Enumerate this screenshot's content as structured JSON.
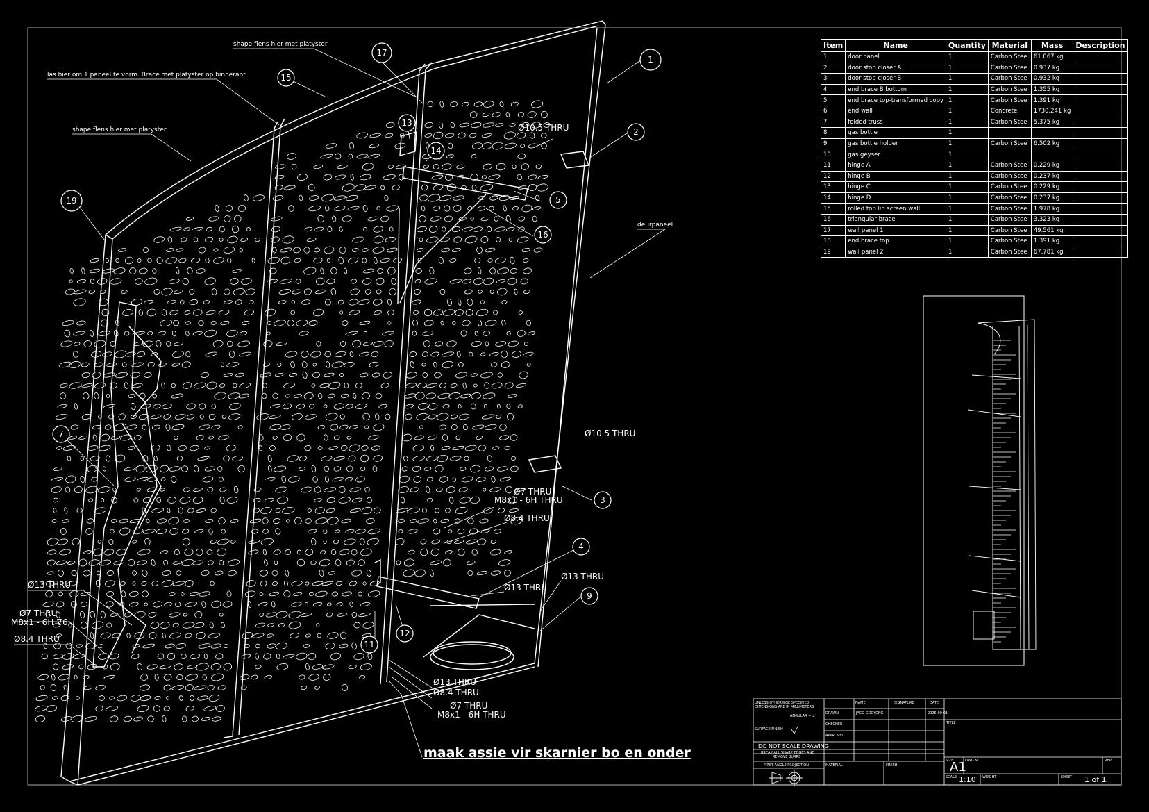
{
  "notes": {
    "shape_flange_top": "shape flens hier met platyster",
    "weld_note": "las hier om 1 paneel te vorm. Brace met platyster op binnerant",
    "shape_flange_left": "shape flens hier met platyster",
    "door_panel_label": "deurpaneel",
    "axle_note": "maak assie vir skarnier bo en onder"
  },
  "callouts": {
    "d105_top": "Ø10.5 THRU",
    "d105_mid": "Ø10.5 THRU",
    "d7_right": "Ø7 THRU",
    "m8_right": "M8x1 - 6H THRU",
    "d84_right": "Ø8.4 THRU",
    "d13_right_a": "Ø13 THRU",
    "d13_right_b": "Ø13 THRU",
    "d13_left": "Ø13 THRU",
    "d7_left": "Ø7 THRU",
    "m8_left": "M8x1 - 6H ⊽6",
    "d84_left": "Ø8.4 THRU",
    "d13_bottom": "Ø13 THRU",
    "d84_bottom": "Ø8.4 THRU",
    "d7_bottom": "Ø7 THRU",
    "m8_bottom": "M8x1 - 6H THRU"
  },
  "balloons": [
    "1",
    "2",
    "3",
    "4",
    "5",
    "7",
    "9",
    "11",
    "12",
    "13",
    "14",
    "15",
    "16",
    "17",
    "19"
  ],
  "bom": {
    "headers": [
      "Item",
      "Name",
      "Quantity",
      "Material",
      "Mass",
      "Description"
    ],
    "rows": [
      [
        "1",
        "door panel",
        "1",
        "Carbon Steel",
        "61.067 kg",
        ""
      ],
      [
        "2",
        "door stop closer A",
        "1",
        "Carbon Steel",
        "0.937 kg",
        ""
      ],
      [
        "3",
        "door stop closer B",
        "1",
        "Carbon Steel",
        "0.932 kg",
        ""
      ],
      [
        "4",
        "end brace B bottom",
        "1",
        "Carbon Steel",
        "1.355 kg",
        ""
      ],
      [
        "5",
        "end brace top-transformed copy",
        "1",
        "Carbon Steel",
        "1.391 kg",
        ""
      ],
      [
        "6",
        "end wall",
        "1",
        "Concrete",
        "1730.241 kg",
        ""
      ],
      [
        "7",
        "folded truss",
        "1",
        "Carbon Steel",
        "5.375 kg",
        ""
      ],
      [
        "8",
        "gas bottle",
        "1",
        "",
        "",
        ""
      ],
      [
        "9",
        "gas bottle holder",
        "1",
        "Carbon Steel",
        "6.502 kg",
        ""
      ],
      [
        "10",
        "gas geyser",
        "1",
        "",
        "",
        ""
      ],
      [
        "11",
        "hinge A",
        "1",
        "Carbon Steel",
        "0.229 kg",
        ""
      ],
      [
        "12",
        "hinge B",
        "1",
        "Carbon Steel",
        "0.237 kg",
        ""
      ],
      [
        "13",
        "hinge C",
        "1",
        "Carbon Steel",
        "0.229 kg",
        ""
      ],
      [
        "14",
        "hinge D",
        "1",
        "Carbon Steel",
        "0.237 kg",
        ""
      ],
      [
        "15",
        "rolled top lip screen wall",
        "1",
        "Carbon Steel",
        "1.978 kg",
        ""
      ],
      [
        "16",
        "triangular brace",
        "1",
        "Carbon Steel",
        "3.323 kg",
        ""
      ],
      [
        "17",
        "wall panel 1",
        "1",
        "Carbon Steel",
        "49.561 kg",
        ""
      ],
      [
        "18",
        "end brace top",
        "1",
        "Carbon Steel",
        "1.391 kg",
        ""
      ],
      [
        "19",
        "wall panel 2",
        "1",
        "Carbon Steel",
        "67.781 kg",
        ""
      ]
    ]
  },
  "title_block": {
    "unless_1": "UNLESS OTHERWISE SPECIFIED,",
    "unless_2": "DIMENSIONS ARE IN MILLIMETERS",
    "angular": "ANGULAR = ±°",
    "surface_finish": "SURFACE FINISH",
    "no_scale": "DO NOT SCALE DRAWING",
    "burrs_1": "BREAK ALL SHARP EDGES AND",
    "burrs_2": "REMOVE BURRS",
    "projection": "FIRST ANGLE PROJECTION",
    "col_name": "NAME",
    "col_signature": "SIGNATURE",
    "col_date": "DATE",
    "drawn": "DRAWN",
    "checked": "CHECKED",
    "approved": "APPROVED",
    "drawn_name": "JACO GOOYONG",
    "drawn_date": "2025-09-01",
    "title_label": "TITLE",
    "material": "MATERIAL",
    "finish": "FINISH",
    "size_label": "SIZE",
    "dwg_no": "DWG NO.",
    "rev": "REV",
    "size": "A1",
    "scale_label": "SCALE",
    "scale": "1:10",
    "weight": "WEIGHT",
    "sheet_label": "SHEET",
    "sheet": "1 of 1"
  }
}
